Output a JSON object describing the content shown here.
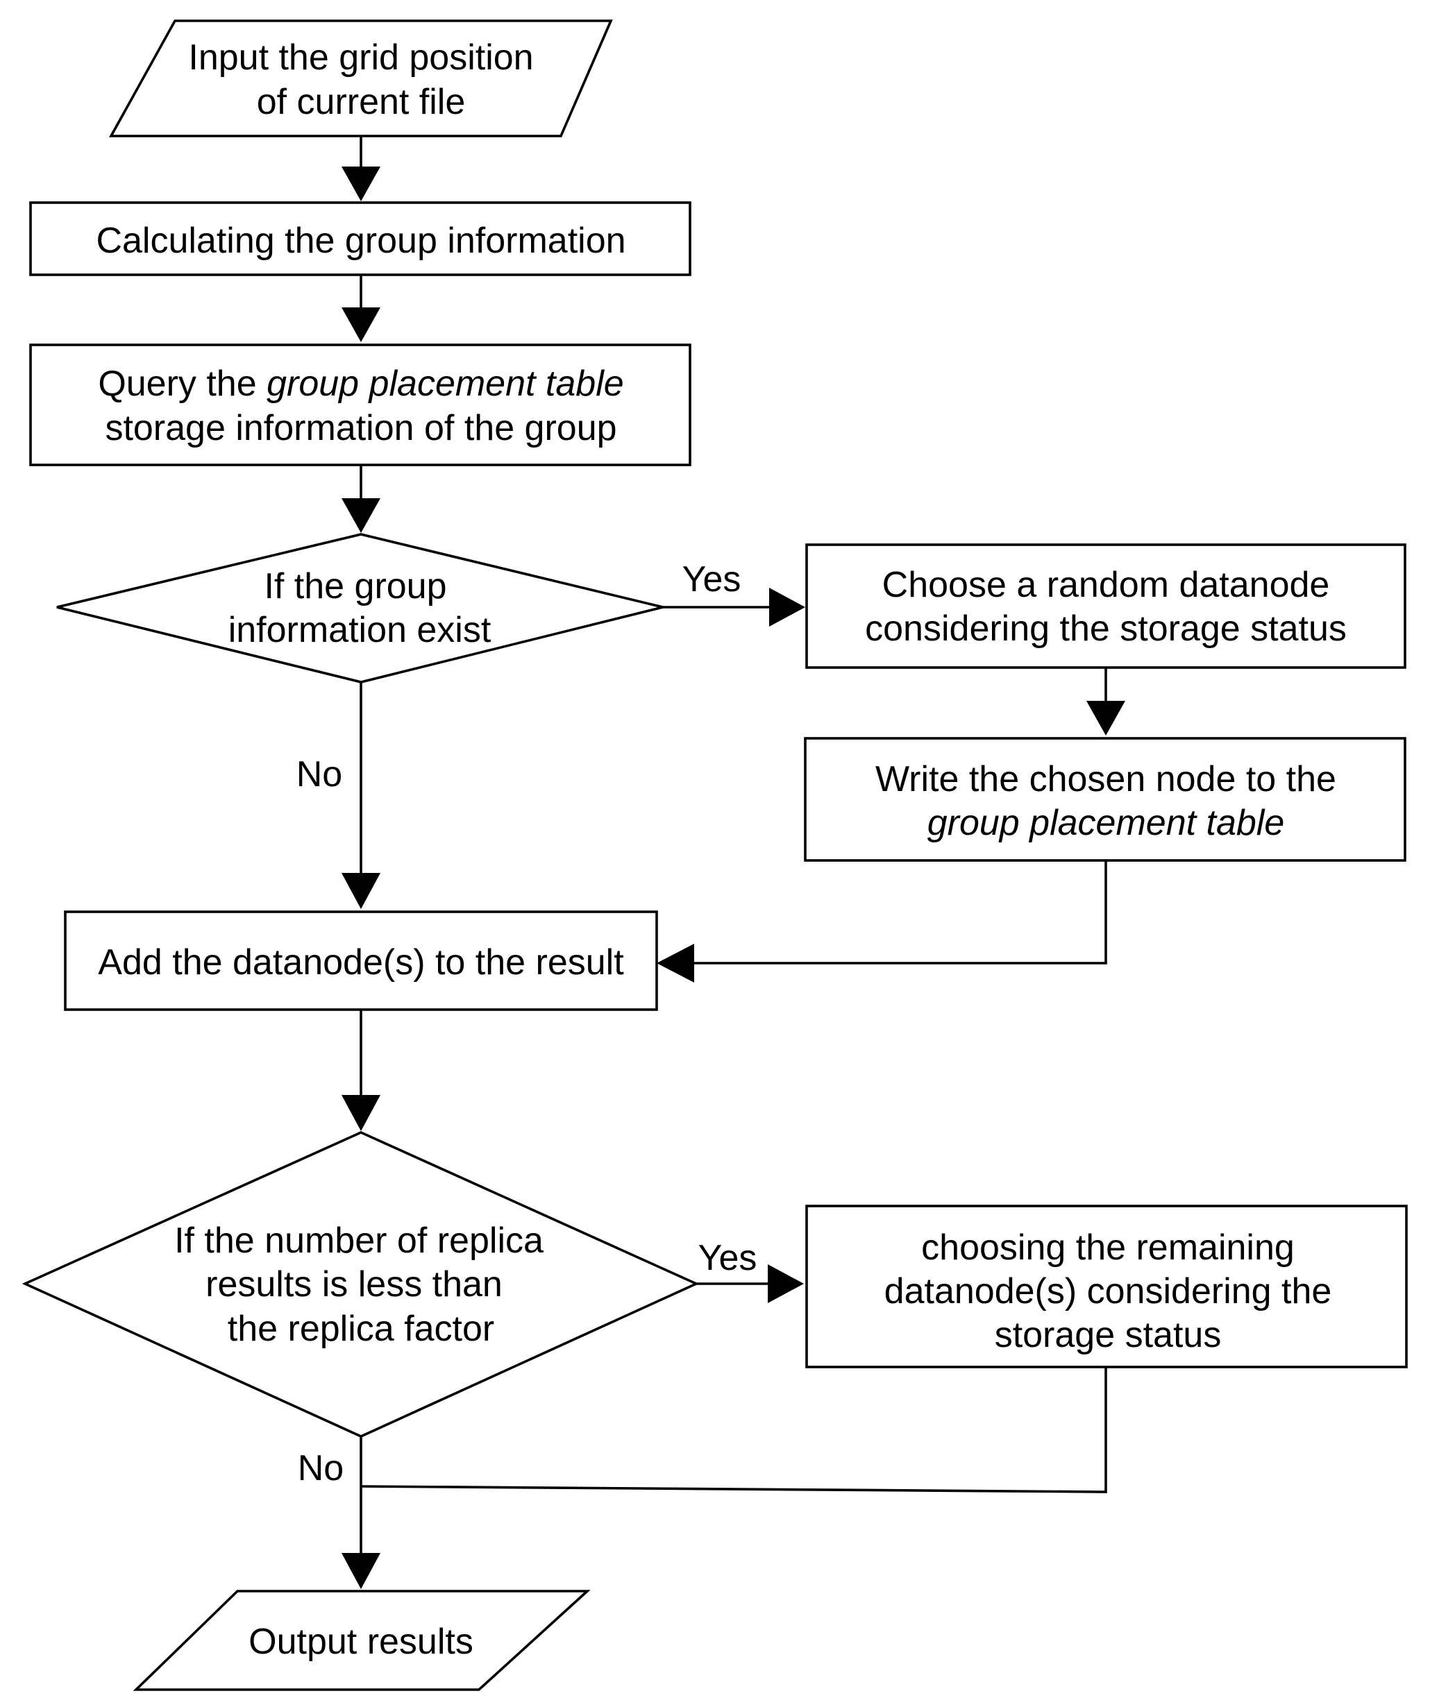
{
  "nodes": {
    "input": {
      "line1": "Input the grid position",
      "line2": "of current file"
    },
    "calc_group": {
      "line1": "Calculating the group information"
    },
    "query": {
      "line1_prefix": "Query the ",
      "line1_italic": "group placement table",
      "line2": "storage information of the group"
    },
    "decision_exist": {
      "line1": "If the group",
      "line2": "information exist"
    },
    "choose_random": {
      "line1": "Choose a random datanode",
      "line2": "considering the storage status"
    },
    "write_node": {
      "line1": "Write the chosen node to the",
      "line2_italic": "group placement table"
    },
    "add_result": {
      "line1": "Add the datanode(s) to the result"
    },
    "decision_replica": {
      "line1": "If the number of replica",
      "line2": "results  is less than",
      "line3": "the replica factor"
    },
    "choose_remaining": {
      "line1": "choosing the remaining",
      "line2": "datanode(s) considering the",
      "line3": "storage status"
    },
    "output": {
      "line1": "Output results"
    }
  },
  "edge_labels": {
    "exist_yes": "Yes",
    "exist_no": "No",
    "replica_yes": "Yes",
    "replica_no": "No"
  }
}
